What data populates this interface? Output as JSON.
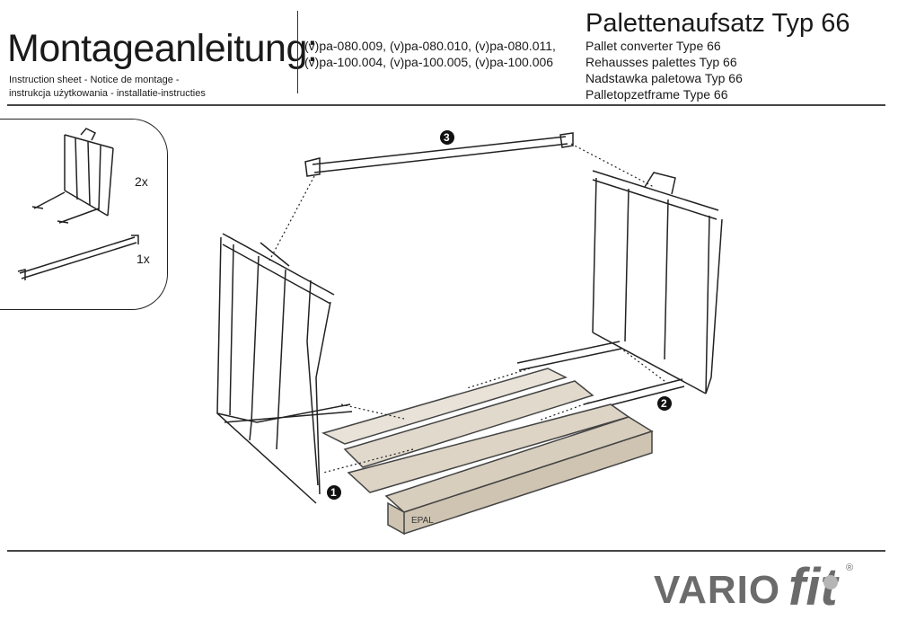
{
  "header": {
    "title": "Montageanleitung:",
    "subtitle_lines": [
      "Instruction sheet - Notice de montage  -",
      "instrukcja użytkowania - installatie-instructies"
    ],
    "article_codes": [
      "(v)pa-080.009, (v)pa-080.010, (v)pa-080.011,",
      "(v)pa-100.004, (v)pa-100.005, (v)pa-100.006"
    ],
    "product_title": "Palettenaufsatz Typ 66",
    "translations": [
      "Pallet converter Type 66",
      "Rehausses palettes Typ 66",
      "Nadstawka paletowa Typ 66",
      "Palletopzetframe Type 66"
    ]
  },
  "parts": [
    {
      "name": "side-frame",
      "quantity": "2x"
    },
    {
      "name": "cross-bar",
      "quantity": "1x"
    }
  ],
  "steps": [
    "1",
    "2",
    "3"
  ],
  "pallet_mark": "EPAL",
  "logo": {
    "brand": "VARIO",
    "suffix": "fit",
    "registered": "®"
  }
}
